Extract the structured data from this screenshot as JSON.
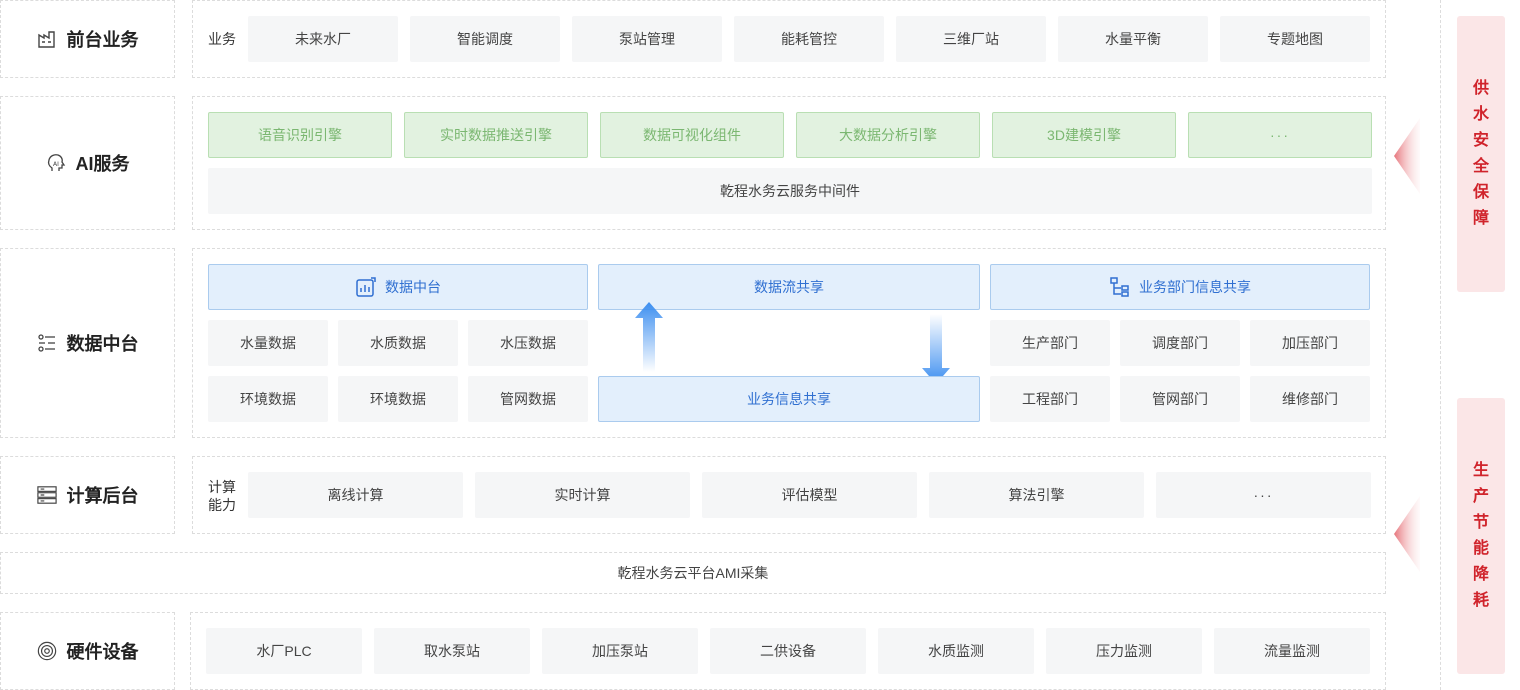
{
  "layers": {
    "frontend": {
      "title": "前台业务",
      "icon": "factory-icon",
      "prefix": "业务",
      "items": [
        "未来水厂",
        "智能调度",
        "泵站管理",
        "能耗管控",
        "三维厂站",
        "水量平衡",
        "专题地图"
      ]
    },
    "ai": {
      "title": "AI服务",
      "icon": "ai-head-icon",
      "engines": [
        "语音识别引擎",
        "实时数据推送引擎",
        "数据可视化组件",
        "大数据分析引擎",
        "3D建模引擎",
        "···"
      ],
      "middleware": "乾程水务云服务中间件"
    },
    "data": {
      "title": "数据中台",
      "icon": "list-settings-icon",
      "hub": "数据中台",
      "flow": "数据流共享",
      "dept_share": "业务部门信息共享",
      "biz_share": "业务信息共享",
      "data_items": [
        "水量数据",
        "水质数据",
        "水压数据",
        "环境数据",
        "环境数据",
        "管网数据"
      ],
      "departments": [
        "生产部门",
        "调度部门",
        "加压部门",
        "工程部门",
        "管网部门",
        "维修部门"
      ]
    },
    "compute": {
      "title": "计算后台",
      "icon": "server-icon",
      "prefix_line1": "计算",
      "prefix_line2": "能力",
      "items": [
        "离线计算",
        "实时计算",
        "评估模型",
        "算法引擎",
        "···"
      ]
    },
    "ami": {
      "label": "乾程水务云平台AMI采集"
    },
    "hardware": {
      "title": "硬件设备",
      "icon": "circle-target-icon",
      "items": [
        "水厂PLC",
        "取水泵站",
        "加压泵站",
        "二供设备",
        "水质监测",
        "压力监测",
        "流量监测"
      ]
    }
  },
  "side": {
    "top": "供水安全保障",
    "bottom": "生产节能降耗"
  },
  "colors": {
    "side_text": "#d0232b",
    "side_bg": "#fbe6e7",
    "green_bg": "#e2f2e0",
    "green_text": "#7bb771",
    "blue_bg": "#e3effc",
    "blue_text": "#2f6fd1",
    "arrow": "#3c8ef0"
  }
}
